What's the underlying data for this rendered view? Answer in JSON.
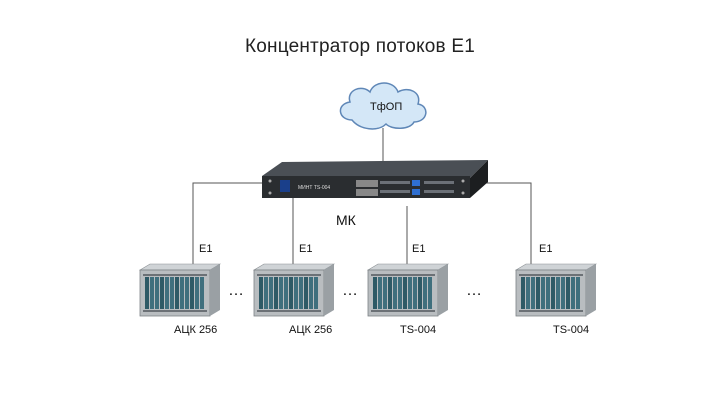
{
  "diagram": {
    "title": "Концентратор потоков Е1",
    "cloud_label": "ТфОП",
    "hub_label": "МК",
    "hub_panel_text": "МИНТ TS-004",
    "link_label": "Е1",
    "ellipsis": "…",
    "nodes": [
      {
        "label": "АЦК 256"
      },
      {
        "label": "АЦК 256"
      },
      {
        "label": "TS-004"
      },
      {
        "label": "TS-004"
      }
    ],
    "colors": {
      "cloud_fill": "#d4e7f7",
      "cloud_stroke": "#5f87b7",
      "hub_body": "#2a2d30",
      "rack_frame": "#b9bdc0",
      "rack_cards": "#3f6f7d",
      "line": "#555555"
    }
  }
}
